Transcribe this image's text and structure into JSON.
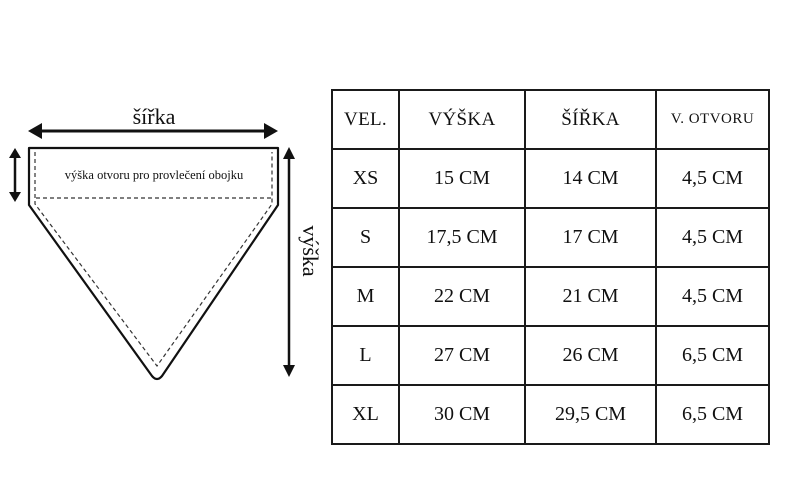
{
  "diagram": {
    "width_label": "šířka",
    "height_label": "výška",
    "opening_label": "výška otvoru pro provlečení obojku"
  },
  "table": {
    "headers": [
      "VEL.",
      "VÝŠKA",
      "ŠÍŘKA",
      "V. OTVORU"
    ],
    "rows": [
      [
        "XS",
        "15 CM",
        "14 CM",
        "4,5 CM"
      ],
      [
        "S",
        "17,5 CM",
        "17 CM",
        "4,5 CM"
      ],
      [
        "M",
        "22 CM",
        "21 CM",
        "4,5 CM"
      ],
      [
        "L",
        "27 CM",
        "26 CM",
        "6,5 CM"
      ],
      [
        "XL",
        "30 CM",
        "29,5 CM",
        "6,5 CM"
      ]
    ]
  },
  "colors": {
    "ink": "#111111",
    "background": "#ffffff"
  }
}
